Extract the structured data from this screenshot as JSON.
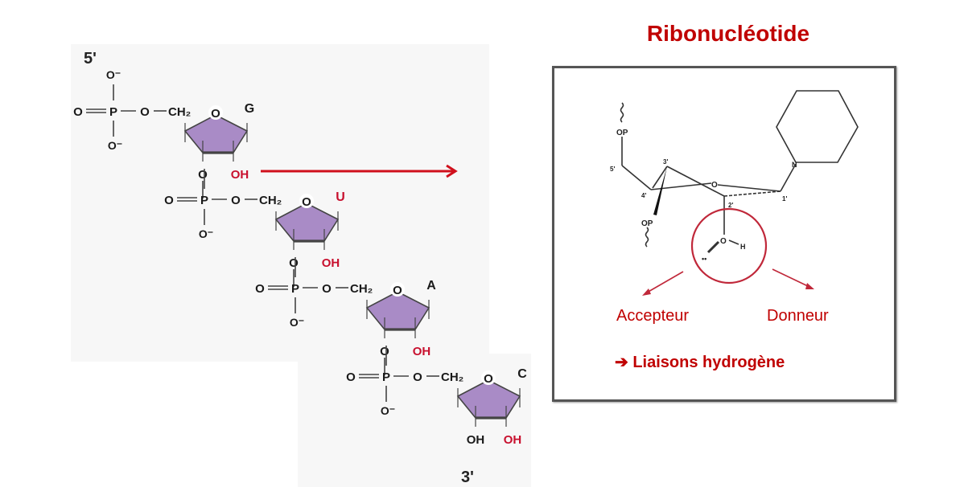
{
  "left_panel": {
    "end_5": "5'",
    "end_3": "3'",
    "nucleotides": [
      {
        "base": "G",
        "base_color": "#1a1a1a",
        "oh_2": "OH",
        "o_3": "O",
        "phosphate": {
          "o_up": "O⁻",
          "o_left": "O",
          "p": "P",
          "o_link": "O",
          "o_down": "O⁻",
          "ch2": "CH₂"
        }
      },
      {
        "base": "U",
        "base_color": "#c8102e",
        "oh_2": "OH",
        "o_3": "O",
        "phosphate": {
          "o_left": "O",
          "p": "P",
          "o_link": "O",
          "o_down": "O⁻",
          "ch2": "CH₂"
        }
      },
      {
        "base": "A",
        "base_color": "#1a1a1a",
        "oh_2": "OH",
        "o_3": "O",
        "phosphate": {
          "o_left": "O",
          "p": "P",
          "o_link": "O",
          "o_down": "O⁻",
          "ch2": "CH₂"
        }
      },
      {
        "base": "C",
        "base_color": "#1a1a1a",
        "oh_2": "OH",
        "o_3": "OH",
        "phosphate": {
          "o_left": "O",
          "p": "P",
          "o_link": "O",
          "o_down": "O⁻",
          "ch2": "CH₂"
        }
      }
    ],
    "ring_oxygen": "O",
    "sugar_color": "#a98bc6",
    "highlight_color": "#c8102e"
  },
  "right_panel": {
    "title": "Ribonucléotide",
    "structure_labels": {
      "op_top": "OP",
      "op_bottom": "OP",
      "c5": "5'",
      "c4": "4'",
      "c3": "3'",
      "c2": "2'",
      "c1": "1'",
      "ring_o": "O",
      "n": "N",
      "hydroxyl_o": "O",
      "hydroxyl_h": "H",
      "lone_pair": "••"
    },
    "acceptor_label": "Accepteur",
    "donor_label": "Donneur",
    "conclusion_arrow": "➔",
    "conclusion": "Liaisons hydrogène",
    "accent_color": "#c00000"
  }
}
